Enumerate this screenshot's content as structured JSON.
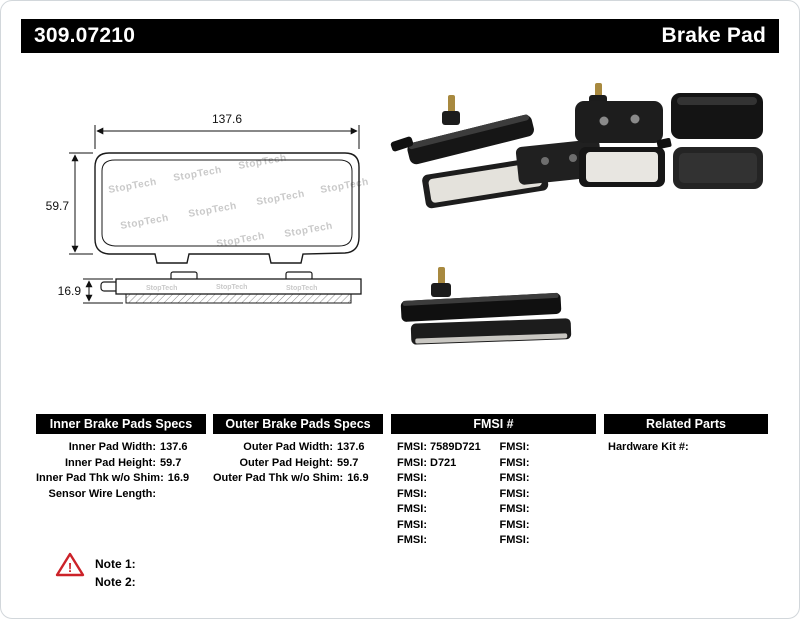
{
  "page": {
    "part_number": "309.07210",
    "product_name": "Brake Pad"
  },
  "diagram": {
    "watermark": "StopTech",
    "pad_width": "137.6",
    "pad_height": "59.7",
    "pad_thickness": "16.9"
  },
  "specs": {
    "inner": {
      "title": "Inner Brake Pads Specs",
      "rows": [
        {
          "label": "Inner Pad Width:",
          "value": "137.6"
        },
        {
          "label": "Inner Pad Height:",
          "value": "59.7"
        },
        {
          "label": "Inner Pad Thk w/o Shim:",
          "value": "16.9"
        },
        {
          "label": "Sensor Wire Length:",
          "value": ""
        }
      ]
    },
    "outer": {
      "title": "Outer Brake Pads Specs",
      "rows": [
        {
          "label": "Outer Pad Width:",
          "value": "137.6"
        },
        {
          "label": "Outer Pad Height:",
          "value": "59.7"
        },
        {
          "label": "Outer Pad Thk w/o Shim:",
          "value": "16.9"
        }
      ]
    },
    "fmsi": {
      "title": "FMSI #",
      "left_rows": [
        {
          "label": "FMSI:",
          "value": "7589D721"
        },
        {
          "label": "FMSI:",
          "value": "D721"
        },
        {
          "label": "FMSI:",
          "value": ""
        },
        {
          "label": "FMSI:",
          "value": ""
        },
        {
          "label": "FMSI:",
          "value": ""
        },
        {
          "label": "FMSI:",
          "value": ""
        },
        {
          "label": "FMSI:",
          "value": ""
        }
      ],
      "right_rows": [
        {
          "label": "FMSI:",
          "value": ""
        },
        {
          "label": "FMSI:",
          "value": ""
        },
        {
          "label": "FMSI:",
          "value": ""
        },
        {
          "label": "FMSI:",
          "value": ""
        },
        {
          "label": "FMSI:",
          "value": ""
        },
        {
          "label": "FMSI:",
          "value": ""
        },
        {
          "label": "FMSI:",
          "value": ""
        }
      ]
    },
    "related": {
      "title": "Related Parts",
      "rows": [
        {
          "label": "Hardware Kit #:",
          "value": ""
        }
      ]
    }
  },
  "notes": {
    "warning_symbol": "!",
    "note1": "Note 1:",
    "note2": "Note 2:"
  },
  "colors": {
    "header_bg": "#000000",
    "header_text": "#ffffff",
    "warning_red": "#cc2229",
    "watermark_gray": "#c9c9c9"
  }
}
